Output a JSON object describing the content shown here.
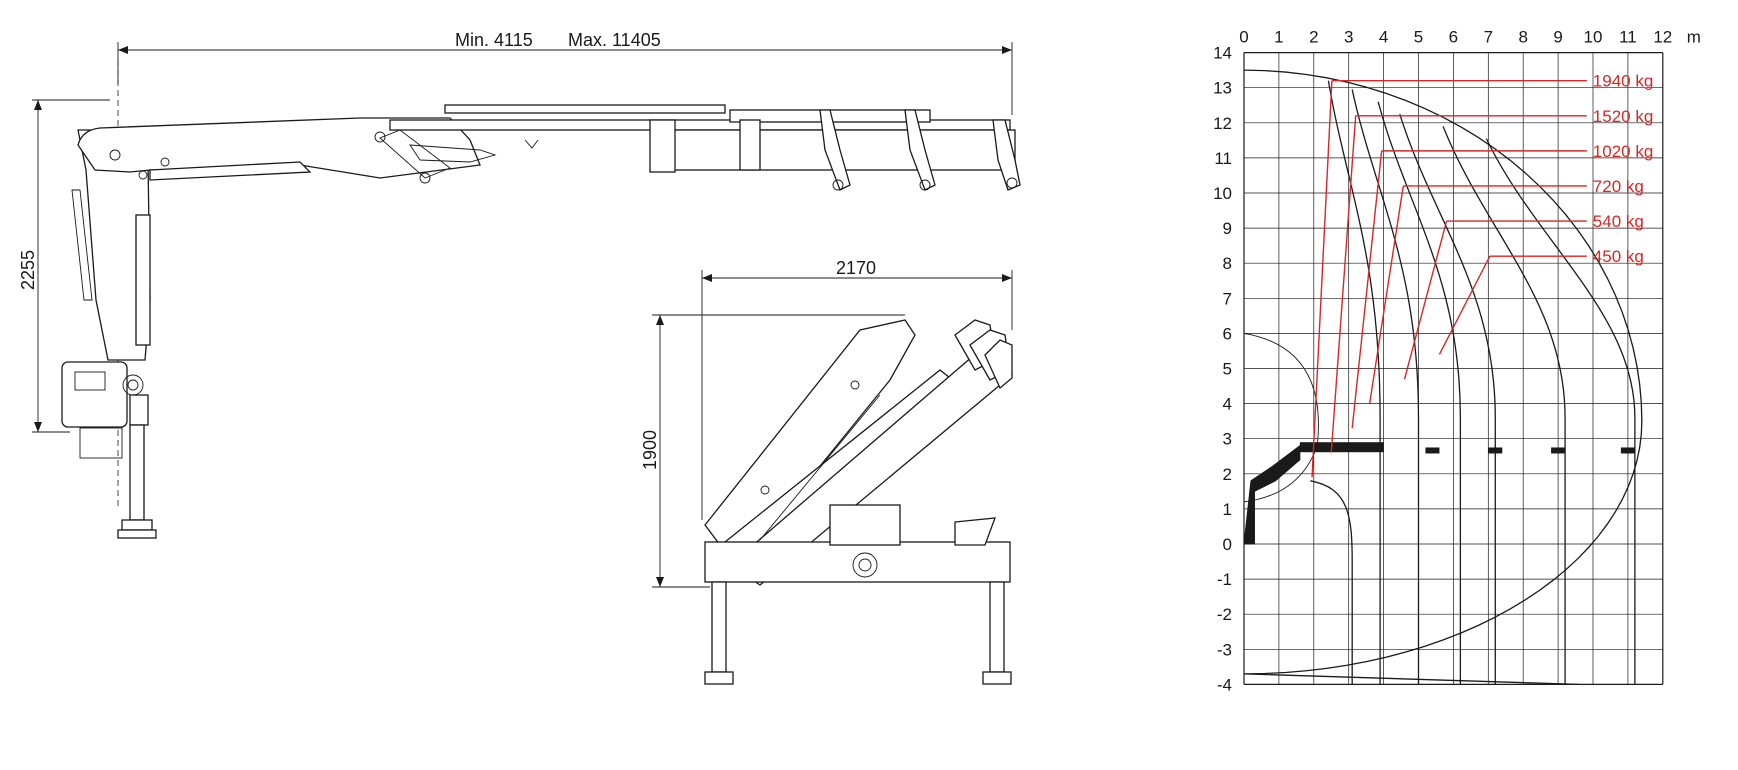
{
  "side_view": {
    "reach_label_min": "Min. 4115",
    "reach_label_max": "Max. 11405",
    "height_label": "2255"
  },
  "rear_view": {
    "width_label": "2170",
    "height_label": "1900"
  },
  "chart_data": {
    "type": "line",
    "x_ticks": [
      "0",
      "1",
      "2",
      "3",
      "4",
      "5",
      "6",
      "7",
      "8",
      "9",
      "10",
      "11",
      "12"
    ],
    "x_unit": "m",
    "y_ticks": [
      "14",
      "13",
      "12",
      "11",
      "10",
      "9",
      "8",
      "7",
      "6",
      "5",
      "4",
      "3",
      "2",
      "1",
      "0",
      "-1",
      "-2",
      "-3",
      "-4"
    ],
    "xlim": [
      0,
      12
    ],
    "ylim": [
      -4,
      14
    ],
    "grid": true,
    "max_reach_m": 11.4,
    "max_height_m": 13.5,
    "series": [
      {
        "name": "1940 kg",
        "reach_m": 3.9,
        "color": "#d62828"
      },
      {
        "name": "1520 kg",
        "reach_m": 5.0,
        "color": "#d62828"
      },
      {
        "name": "1020 kg",
        "reach_m": 6.2,
        "color": "#d62828"
      },
      {
        "name": "720 kg",
        "reach_m": 7.2,
        "color": "#d62828"
      },
      {
        "name": "540 kg",
        "reach_m": 9.2,
        "color": "#d62828"
      },
      {
        "name": "450 kg",
        "reach_m": 11.2,
        "color": "#d62828"
      }
    ]
  }
}
